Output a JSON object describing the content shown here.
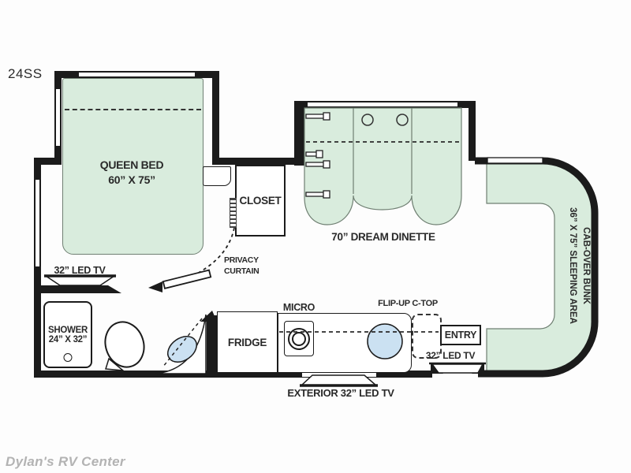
{
  "model": "24SS",
  "watermark": "Dylan's RV Center",
  "colors": {
    "wall": "#1b1b1b",
    "furniture_green": "#d9ecdd",
    "water_blue": "#cbe1f2",
    "label_text": "#2a2a2a",
    "watermark_gray": "#b3b3b3",
    "background": "#fdfdfd"
  },
  "bedroom": {
    "bed_line1": "QUEEN BED",
    "bed_line2": "60” X 75”",
    "tv": "32” LED TV",
    "closet": "CLOSET",
    "privacy_line1": "PRIVACY",
    "privacy_line2": "CURTAIN"
  },
  "dinette": {
    "label": "70” DREAM DINETTE"
  },
  "cab_over": {
    "line1": "CAB-OVER BUNK",
    "line2": "36” X 75” SLEEPING AREA"
  },
  "bathroom": {
    "shower_line1": "SHOWER",
    "shower_line2": "24” X 32”"
  },
  "kitchen": {
    "fridge": "FRIDGE",
    "micro": "MICRO",
    "flip_up": "FLIP-UP C-TOP",
    "exterior_tv": "EXTERIOR 32” LED TV"
  },
  "entry": {
    "label": "ENTRY",
    "tv": "32” LED TV"
  }
}
